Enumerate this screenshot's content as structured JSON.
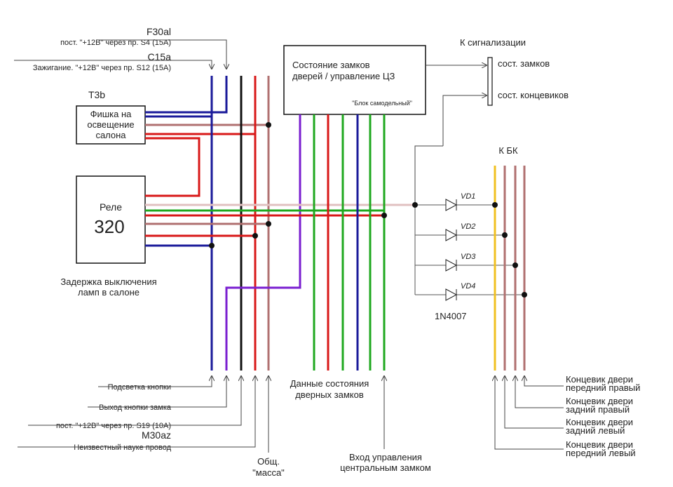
{
  "labels": {
    "f30al": "F30al",
    "f30al_desc": "пост. \"+12В\" через пр. S4 (15A)",
    "c15a": "C15a",
    "c15a_desc": "Зажигание. \"+12В\" через пр. S12 (15A)",
    "t3b": "T3b",
    "fishka_l1": "Фишка на",
    "fishka_l2": "освещение",
    "fishka_l3": "салона",
    "rele": "Реле",
    "rele_num": "320",
    "delay_l1": "Задержка выключения",
    "delay_l2": "ламп в салоне",
    "block_l1": "Состояние замков",
    "block_l2": "дверей / управление ЦЗ",
    "block_sub": "\"Блок самодельный\"",
    "k_signal": "К сигнализации",
    "sost_zamkov": "сост. замков",
    "sost_konc": "сост. концевиков",
    "k_bk": "К БК",
    "vd1": "VD1",
    "vd2": "VD2",
    "vd3": "VD3",
    "vd4": "VD4",
    "diode_type": "1N4007",
    "podsvetka": "Подсветка кнопки",
    "vyhod": "Выход кнопки замка",
    "s19_desc": "пост. \"+12В\" через пр. S19 (10A)",
    "m30az": "M30az",
    "neizv": "Неизвестный науке провод",
    "obsh_l1": "Общ.",
    "obsh_l2": "\"масса\"",
    "dannye_l1": "Данные состояния",
    "dannye_l2": "дверных замков",
    "vhod_l1": "Вход управления",
    "vhod_l2": "центральным замком",
    "kfr_l1": "Концевик двери",
    "kfr_l2": "передний правый",
    "krr_l1": "Концевик двери",
    "krr_l2": "задний правый",
    "krl_l1": "Концевик двери",
    "krl_l2": "задний левый",
    "kfl_l1": "Концевик двери",
    "kfl_l2": "передний левый"
  },
  "colors": {
    "blue": "#1a1a9a",
    "red": "#d81818",
    "darkred": "#8b1a1a",
    "brown": "#b07070",
    "purple": "#7a1fd0",
    "green": "#1fa81f",
    "yellow": "#f0c020",
    "black": "#111111"
  }
}
